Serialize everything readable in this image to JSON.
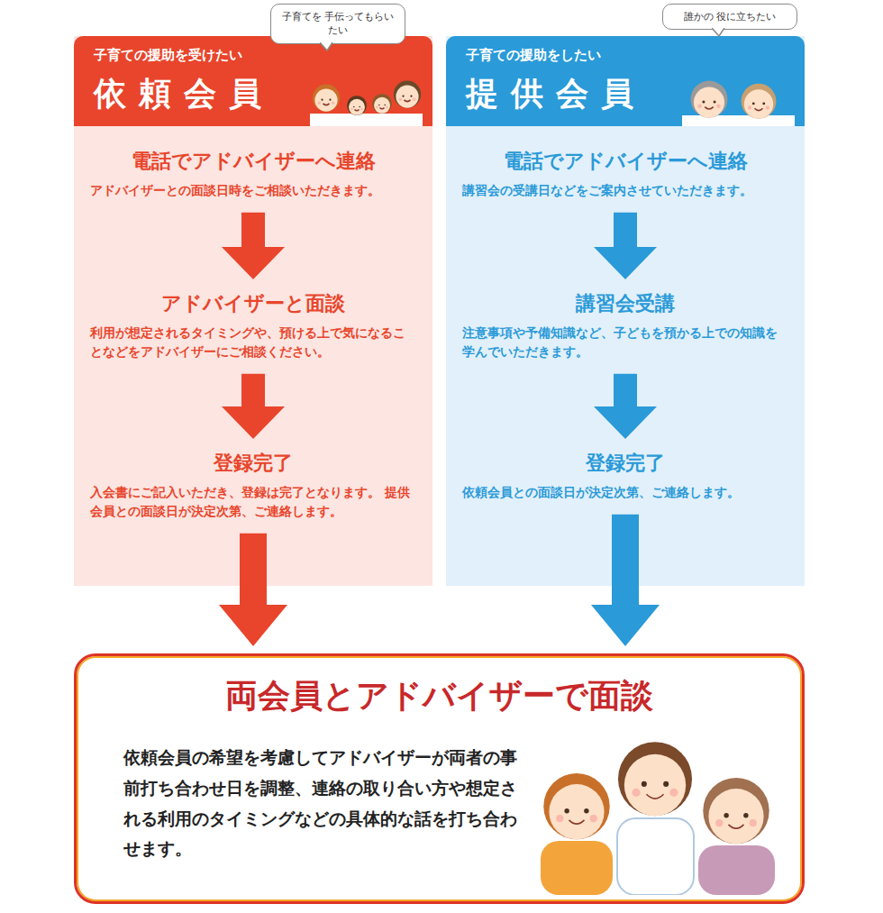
{
  "diagram": {
    "nodes": [
      {
        "text": [
          "子育ての援助を受けたい",
          "依頼会員"
        ]
      },
      {
        "text": [
          "子育てを 手伝ってもらいたい"
        ]
      },
      {
        "text": [
          "電話でアドバイザーへ連絡",
          "アドバイザーとの面談日時をご相談いただきます。"
        ],
        "in": 0
      },
      {
        "text": [
          "アドバイザーと面談",
          "利用が想定されるタイミングや、預ける上で気になることなどをアドバイザーにご相談ください。"
        ],
        "in": 0
      },
      {
        "text": [
          "登録完了",
          "入会書にご記入いただき、登録は完了となります。 提供会員との面談日が決定次第、ご連絡します。"
        ],
        "in": 0
      },
      {
        "text": [
          "子育ての援助をしたい",
          "提供会員"
        ]
      },
      {
        "text": [
          "誰かの 役に立ちたい"
        ]
      },
      {
        "text": [
          "電話でアドバイザーへ連絡",
          "講習会の受講日などをご案内させていただきます。"
        ],
        "in": 5
      },
      {
        "text": [
          "講習会受講",
          "注意事項や予備知識など、子どもを預かる上での知識を学んでいただきます。"
        ],
        "in": 5
      },
      {
        "text": [
          "登録完了",
          "依頼会員との面談日が決定次第、ご連絡します。"
        ],
        "in": 5
      },
      {
        "text": [
          "両会員とアドバイザーで面談",
          "依頼会員の希望を考慮してアドバイザーが両者の事前打ち合わせ日を調整、連絡の取り合い方や想定される利用のタイミングなどの具体的な話を打ち合わせます。"
        ]
      }
    ],
    "edges": [
      {
        "from": 2,
        "to": 3,
        "arrow": "to"
      },
      {
        "from": 3,
        "to": 4,
        "arrow": "to"
      },
      {
        "from": 7,
        "to": 8,
        "arrow": "to"
      },
      {
        "from": 8,
        "to": 9,
        "arrow": "to"
      },
      {
        "from": 4,
        "to": 10,
        "arrow": "to"
      },
      {
        "from": 9,
        "to": 10,
        "arrow": "to"
      }
    ]
  }
}
